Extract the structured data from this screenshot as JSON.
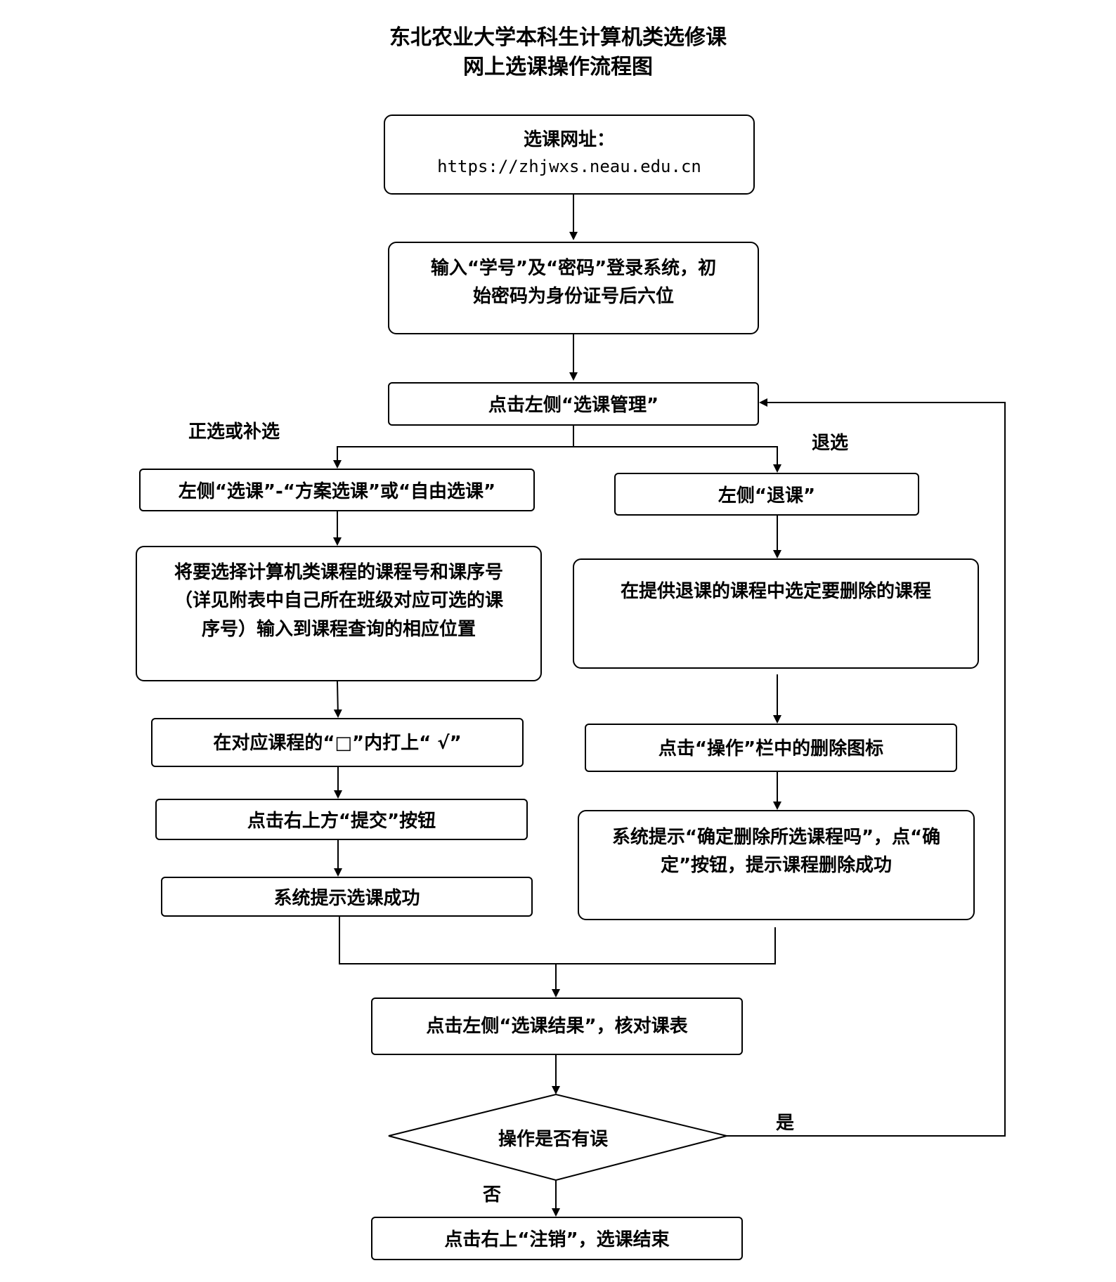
{
  "title": {
    "line1": "东北农业大学本科生计算机类选修课",
    "line2": "网上选课操作流程图"
  },
  "steps": {
    "url_label": "选课网址：",
    "url_value": "https://zhjwxs.neau.edu.cn",
    "login_line1": "输入“学号”及“密码”登录系统，初",
    "login_line2": "始密码为身份证号后六位",
    "manage": "点击左侧“选课管理”",
    "left_select": "左侧“选课”-“方案选课”或“自由选课”",
    "left_input_line1": "将要选择计算机类课程的课程号和课序号",
    "left_input_line2": "（详见附表中自己所在班级对应可选的课",
    "left_input_line3": "序号）输入到课程查询的相应位置",
    "left_check": "在对应课程的“□”内打上“ √”",
    "left_submit": "点击右上方“提交”按钮",
    "left_success": "系统提示选课成功",
    "right_drop": "左侧“退课”",
    "right_choose": "在提供退课的课程中选定要删除的课程",
    "right_delete": "点击“操作”栏中的删除图标",
    "right_confirm_line1": "系统提示“确定删除所选课程吗”，点“确",
    "right_confirm_line2": "定”按钮，提示课程删除成功",
    "result": "点击左侧“选课结果”，核对课表",
    "decision": "操作是否有误",
    "logout": "点击右上“注销”，选课结束"
  },
  "labels": {
    "branch_left": "正选或补选",
    "branch_right": "退选",
    "yes": "是",
    "no": "否"
  }
}
